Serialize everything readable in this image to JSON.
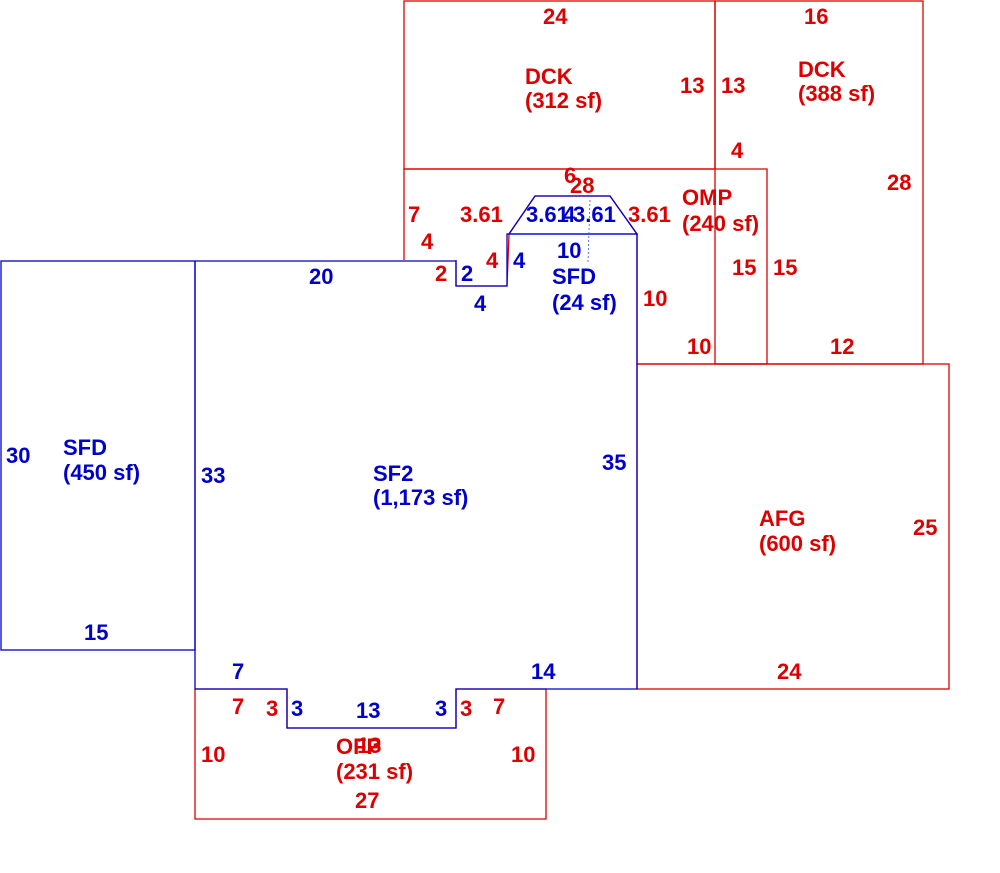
{
  "colors": {
    "living": "#0000cc",
    "other": "#dd0000"
  },
  "areas": {
    "sfd_left": {
      "code": "SFD",
      "area": "(450 sf)"
    },
    "sf2": {
      "code": "SF2",
      "area": "(1,173 sf)"
    },
    "sfd_small": {
      "code": "SFD",
      "area": "(24 sf)"
    },
    "dck_left": {
      "code": "DCK",
      "area": "(312 sf)"
    },
    "dck_right": {
      "code": "DCK",
      "area": "(388 sf)"
    },
    "omp": {
      "code": "OMP",
      "area": "(240 sf)"
    },
    "afg": {
      "code": "AFG",
      "area": "(600 sf)"
    },
    "ofp": {
      "code": "OFP",
      "area": "(231 sf)"
    }
  },
  "dimensions": {
    "sfd_left": {
      "left": "30",
      "bottom": "15"
    },
    "sf2": {
      "top": "20",
      "left": "33",
      "right": "35",
      "bottom_left": "7",
      "bottom_right": "14",
      "notch_left": "3",
      "notch_bottom": "13",
      "notch_right": "3",
      "step_left": "2",
      "step_right": "4",
      "step_bottom": "4",
      "step_riser": "4"
    },
    "sfd_small": {
      "bottom": "10",
      "left_slope": "3.61",
      "right_slope": "3.61",
      "top": "4"
    },
    "dck_left": {
      "top": "24",
      "right": "13"
    },
    "dck_right": {
      "top": "16",
      "left": "13",
      "left_lower": "4",
      "right": "28",
      "bottom": "12"
    },
    "omp": {
      "top": "28",
      "top_short": "6",
      "left": "7",
      "left_slope": "3.61",
      "right_slope": "3.61",
      "step_down": "4",
      "step_left": "2",
      "step_riser": "4",
      "right": "15",
      "bottom": "10",
      "inner_right": "10",
      "outer_right": "15"
    },
    "afg": {
      "right": "25",
      "bottom": "24"
    },
    "ofp": {
      "left": "10",
      "right": "10",
      "bottom": "27",
      "top_left": "7",
      "top_right": "7",
      "notch_left": "3",
      "notch_right": "3",
      "notch_top": "13"
    }
  }
}
